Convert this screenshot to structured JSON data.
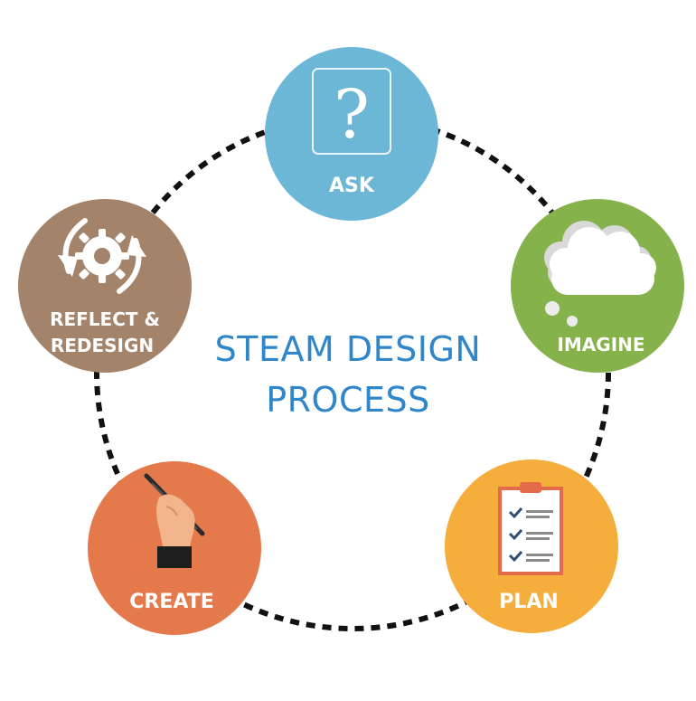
{
  "title": {
    "line1": "STEAM DESIGN",
    "line2": "PROCESS"
  },
  "steps": [
    {
      "id": "ask",
      "label": "ASK",
      "color": "#6cb6d6",
      "icon": "question-mark-icon"
    },
    {
      "id": "imagine",
      "label": "IMAGINE",
      "color": "#86b24b",
      "icon": "thought-cloud-icon"
    },
    {
      "id": "plan",
      "label": "PLAN",
      "color": "#f5ad3c",
      "icon": "clipboard-checklist-icon"
    },
    {
      "id": "create",
      "label": "CREATE",
      "color": "#e47a4b",
      "icon": "hand-pencil-icon"
    },
    {
      "id": "reflect",
      "label_line1": "REFLECT &",
      "label_line2": "REDESIGN",
      "color": "#a4836b",
      "icon": "gears-cycle-icon"
    }
  ],
  "cycle_ring": {
    "color": "#111111",
    "style": "dashed"
  }
}
